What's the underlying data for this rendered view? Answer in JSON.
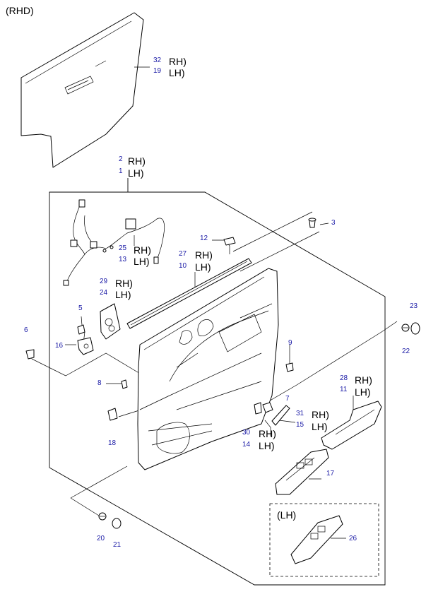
{
  "header": {
    "variant": "(RHD)"
  },
  "inset": {
    "label": "(LH)"
  },
  "parts": [
    {
      "id": "p32",
      "num": "32",
      "side": "RH)"
    },
    {
      "id": "p19",
      "num": "19",
      "side": "LH)"
    },
    {
      "id": "p2",
      "num": "2",
      "side": "RH)"
    },
    {
      "id": "p1",
      "num": "1",
      "side": "LH)"
    },
    {
      "id": "p3",
      "num": "3"
    },
    {
      "id": "p12",
      "num": "12"
    },
    {
      "id": "p25",
      "num": "25",
      "side": "RH)"
    },
    {
      "id": "p13",
      "num": "13",
      "side": "LH)"
    },
    {
      "id": "p27",
      "num": "27",
      "side": "RH)"
    },
    {
      "id": "p10",
      "num": "10",
      "side": "LH)"
    },
    {
      "id": "p29",
      "num": "29",
      "side": "RH)"
    },
    {
      "id": "p24",
      "num": "24",
      "side": "LH)"
    },
    {
      "id": "p5",
      "num": "5"
    },
    {
      "id": "p6",
      "num": "6"
    },
    {
      "id": "p16",
      "num": "16"
    },
    {
      "id": "p23",
      "num": "23"
    },
    {
      "id": "p22",
      "num": "22"
    },
    {
      "id": "p9",
      "num": "9"
    },
    {
      "id": "p8",
      "num": "8"
    },
    {
      "id": "p28",
      "num": "28",
      "side": "RH)"
    },
    {
      "id": "p11",
      "num": "11",
      "side": "LH)"
    },
    {
      "id": "p7",
      "num": "7"
    },
    {
      "id": "p31",
      "num": "31",
      "side": "RH)"
    },
    {
      "id": "p15",
      "num": "15",
      "side": "LH)"
    },
    {
      "id": "p18",
      "num": "18"
    },
    {
      "id": "p30",
      "num": "30",
      "side": "RH)"
    },
    {
      "id": "p14",
      "num": "14",
      "side": "LH)"
    },
    {
      "id": "p17",
      "num": "17"
    },
    {
      "id": "p26",
      "num": "26"
    },
    {
      "id": "p20",
      "num": "20"
    },
    {
      "id": "p21",
      "num": "21"
    }
  ]
}
